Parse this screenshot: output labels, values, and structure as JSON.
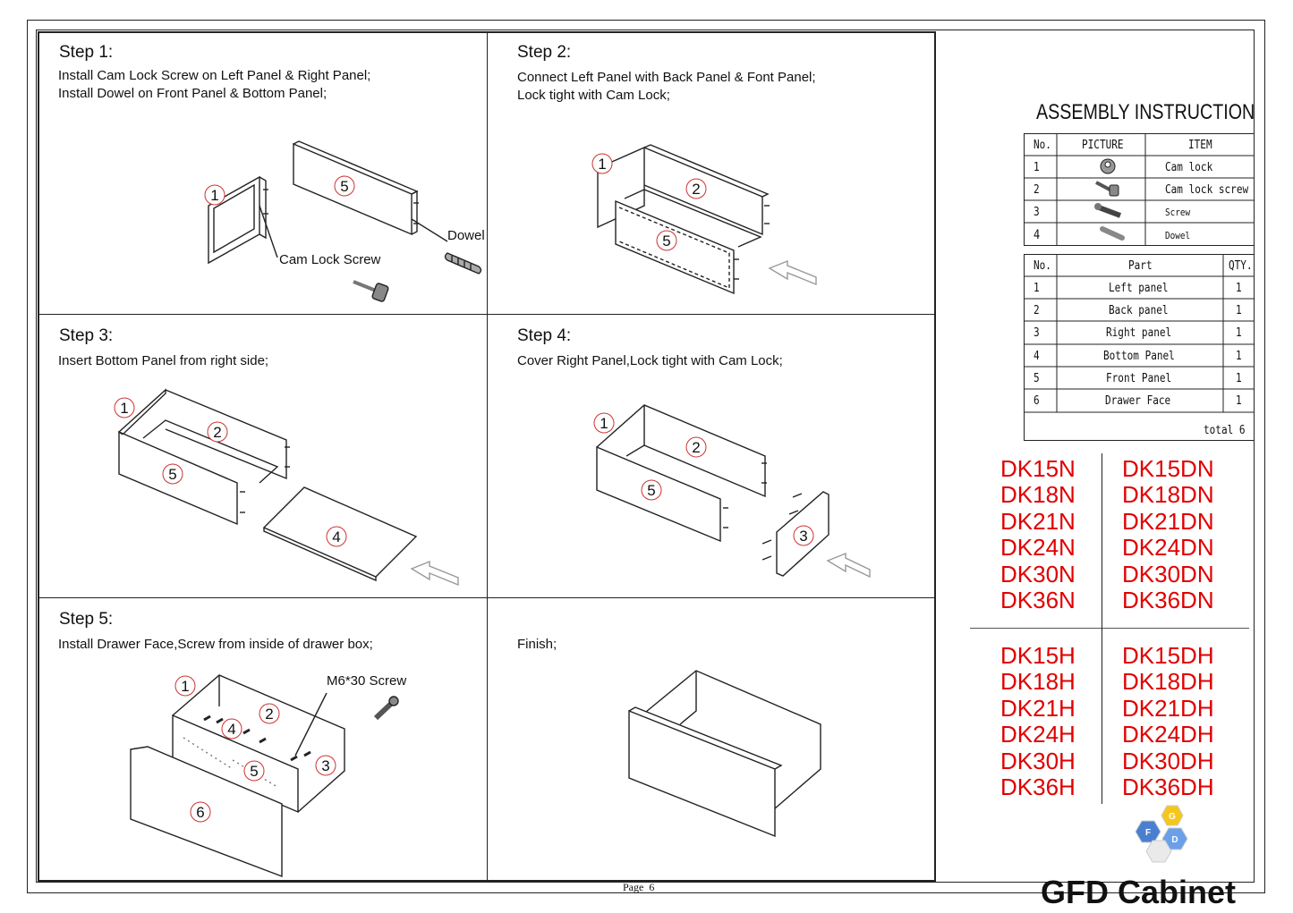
{
  "steps": [
    {
      "title": "Step 1:",
      "lines": [
        "Install  Cam Lock Screw on Left Panel & Right Panel;",
        "Install  Dowel  on Front Panel & Bottom Panel;"
      ]
    },
    {
      "title": "Step 2:",
      "lines": [
        "Connect Left Panel with Back Panel & Font Panel;",
        "Lock tight with Cam Lock;"
      ]
    },
    {
      "title": "Step 3:",
      "lines": [
        "Insert Bottom Panel from right side;"
      ]
    },
    {
      "title": "Step 4:",
      "lines": [
        "Cover Right Panel,Lock tight with Cam Lock;"
      ]
    },
    {
      "title": "Step 5:",
      "lines": [
        "Install Drawer Face,Screw from inside of drawer box;"
      ]
    },
    {
      "title": "",
      "lines": [
        "Finish;"
      ]
    }
  ],
  "callouts": {
    "dowel": "Dowel",
    "cam_lock_screw": "Cam Lock Screw",
    "m6_screw": "M6*30 Screw"
  },
  "part_numbers": [
    "1",
    "2",
    "3",
    "4",
    "5",
    "6"
  ],
  "assembly": {
    "title": "ASSEMBLY INSTRUCTION",
    "hardware_headers": [
      "No.",
      "PICTURE",
      "ITEM"
    ],
    "hardware_rows": [
      {
        "no": "1",
        "item": "Cam lock",
        "icon": "cam-lock-icon"
      },
      {
        "no": "2",
        "item": "Cam lock screw",
        "icon": "cam-lock-screw-icon"
      },
      {
        "no": "3",
        "item": "Screw",
        "icon": "screw-icon"
      },
      {
        "no": "4",
        "item": "Dowel",
        "icon": "dowel-icon"
      }
    ],
    "parts_headers": [
      "No.",
      "Part",
      "QTY."
    ],
    "parts_rows": [
      {
        "no": "1",
        "part": "Left panel",
        "qty": "1"
      },
      {
        "no": "2",
        "part": "Back panel",
        "qty": "1"
      },
      {
        "no": "3",
        "part": "Right panel",
        "qty": "1"
      },
      {
        "no": "4",
        "part": "Bottom Panel",
        "qty": "1"
      },
      {
        "no": "5",
        "part": "Front Panel",
        "qty": "1"
      },
      {
        "no": "6",
        "part": "Drawer Face",
        "qty": "1"
      }
    ],
    "total": "total 6"
  },
  "models": {
    "n_col1": [
      "DK15N",
      "DK18N",
      "DK21N",
      "DK24N",
      "DK30N",
      "DK36N"
    ],
    "n_col2": [
      "DK15DN",
      "DK18DN",
      "DK21DN",
      "DK24DN",
      "DK30DN",
      "DK36DN"
    ],
    "h_col1": [
      "DK15H",
      "DK18H",
      "DK21H",
      "DK24H",
      "DK30H",
      "DK36H"
    ],
    "h_col2": [
      "DK15DH",
      "DK18DH",
      "DK21DH",
      "DK24DH",
      "DK30DH",
      "DK36DH"
    ]
  },
  "colors": {
    "model_text": "#e00000",
    "logo_orange": "#f0a020",
    "logo_yellow": "#f5c71a",
    "logo_blue": "#4a7fd0"
  },
  "logo": {
    "letters": [
      "G",
      "F",
      "D"
    ],
    "brand": "GFD Cabinet"
  },
  "footer": {
    "page": "Page  6"
  }
}
